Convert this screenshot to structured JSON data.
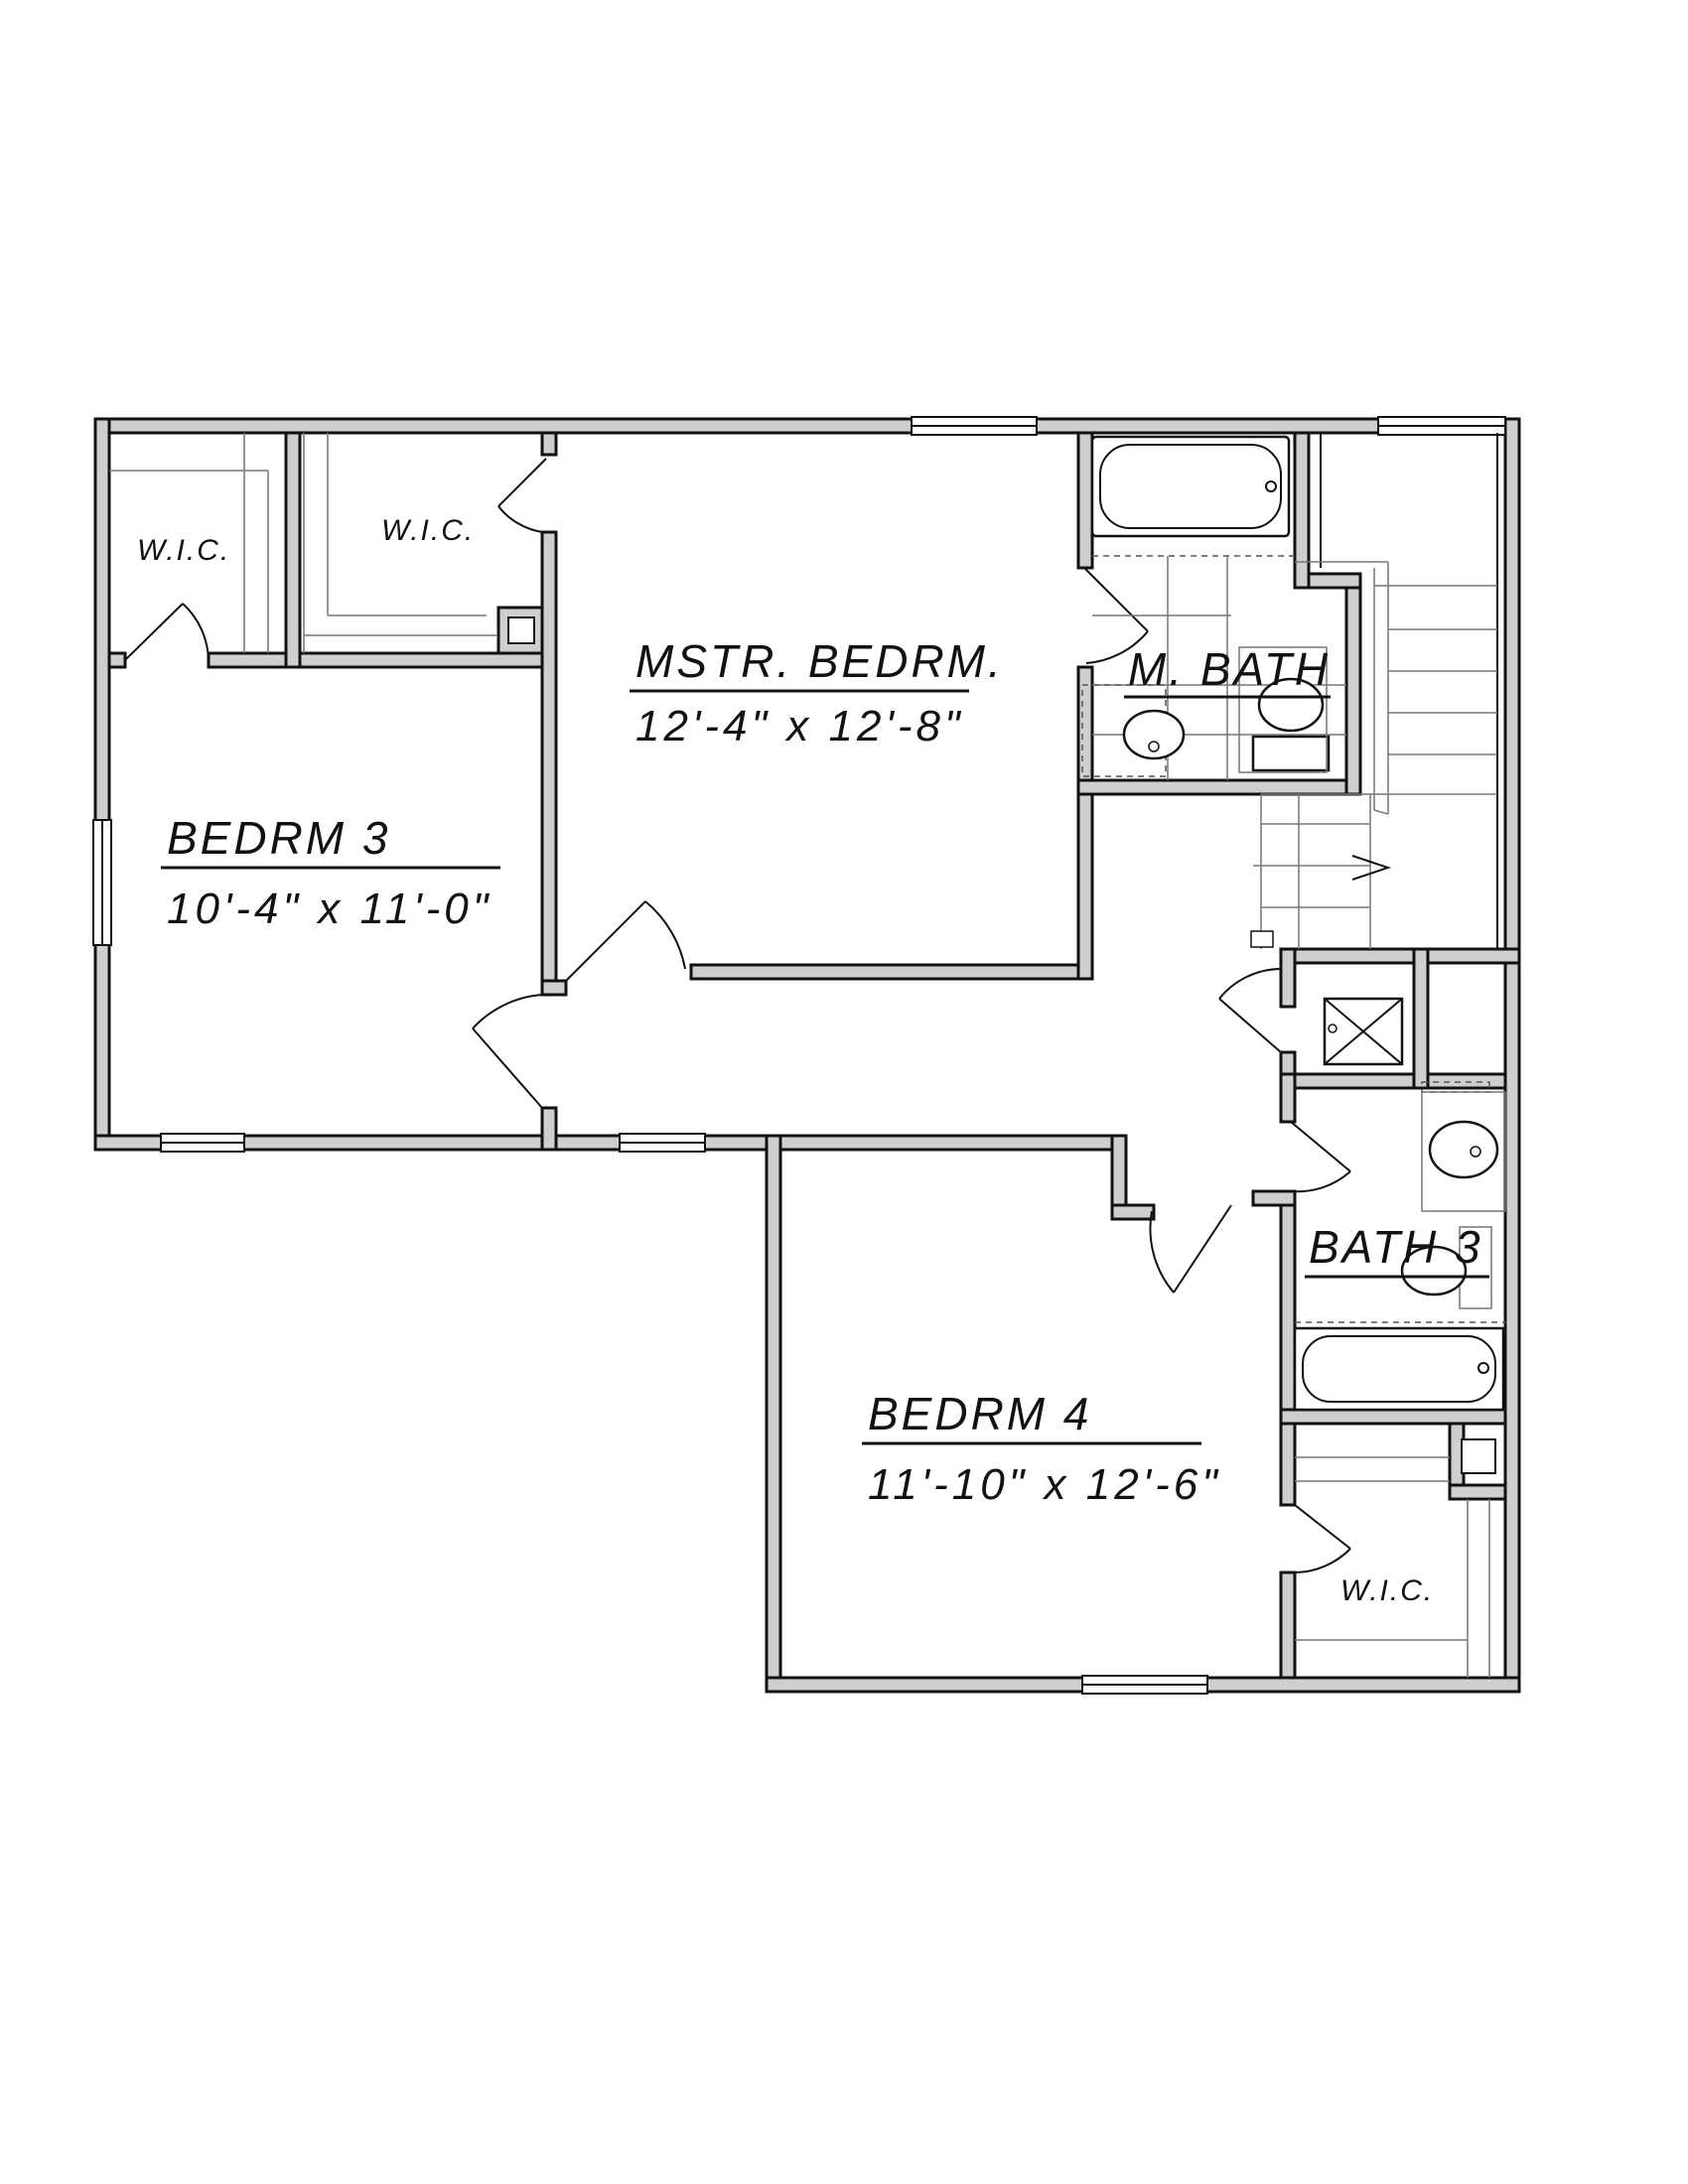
{
  "rooms": {
    "master_bedroom": {
      "name": "MSTR. BEDRM.",
      "dimensions": "12'-4\" x 12'-8\""
    },
    "bedroom_3": {
      "name": "BEDRM 3",
      "dimensions": "10'-4\" x 11'-0\""
    },
    "bedroom_4": {
      "name": "BEDRM 4",
      "dimensions": "11'-10\" x 12'-6\""
    },
    "master_bath": {
      "name": "M. BATH"
    },
    "bath_3": {
      "name": "BATH 3"
    },
    "wic_left": {
      "name": "W.I.C."
    },
    "wic_master": {
      "name": "W.I.C."
    },
    "wic_bedroom_4": {
      "name": "W.I.C."
    }
  }
}
